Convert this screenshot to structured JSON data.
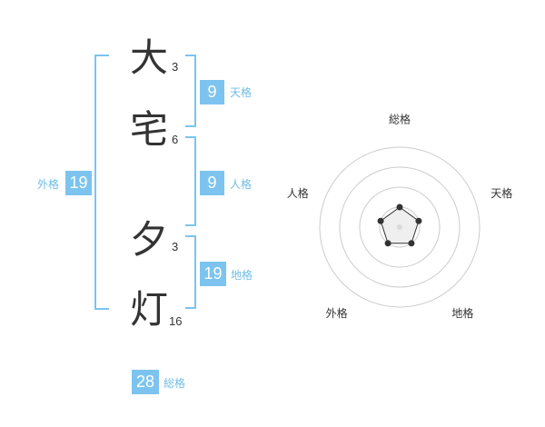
{
  "name_chars": [
    {
      "char": "大",
      "strokes": "3"
    },
    {
      "char": "宅",
      "strokes": "6"
    },
    {
      "char": "夕",
      "strokes": "3"
    },
    {
      "char": "灯",
      "strokes": "16"
    }
  ],
  "fortune": {
    "tenkaku": {
      "value": "9",
      "label": "天格"
    },
    "jinkaku": {
      "value": "9",
      "label": "人格"
    },
    "chikaku": {
      "value": "19",
      "label": "地格"
    },
    "gaikaku": {
      "value": "19",
      "label": "外格"
    },
    "soukaku": {
      "value": "28",
      "label": "総格"
    }
  },
  "colors": {
    "accent": "#7cc4ef",
    "text": "#333333",
    "grid": "#cccccc"
  },
  "chart_data": {
    "type": "radar",
    "axes": [
      "総格",
      "天格",
      "地格",
      "外格",
      "人格"
    ],
    "rings": 4,
    "max": 4,
    "values": [
      1,
      1,
      1,
      1,
      1
    ],
    "grid": true
  }
}
